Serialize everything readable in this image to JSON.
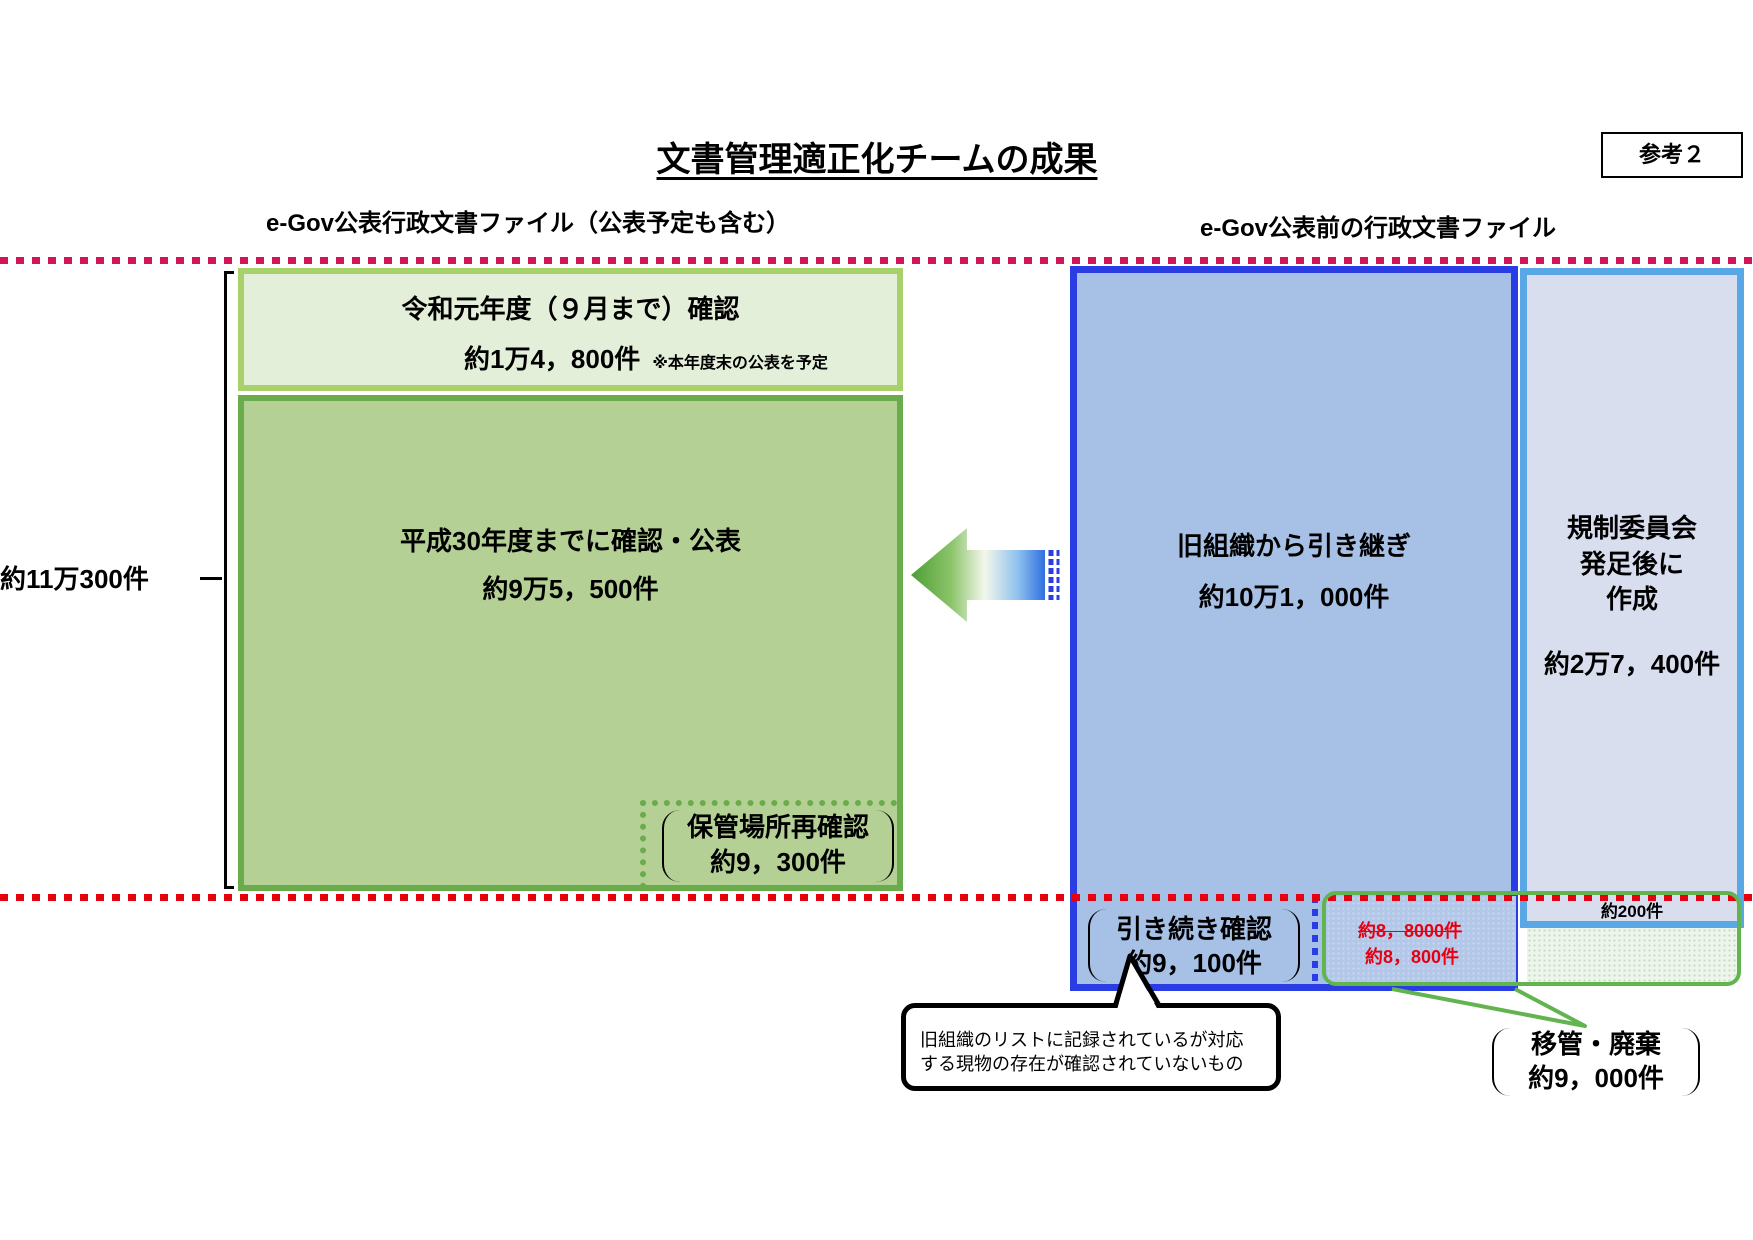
{
  "page": {
    "title": "文書管理適正化チームの成果",
    "reference_label": "参考２"
  },
  "headings": {
    "left": "e-Gov公表行政文書ファイル（公表予定も含む）",
    "right": "e-Gov公表前の行政文書ファイル"
  },
  "left_total": "約11万300件",
  "reiwa": {
    "label": "令和元年度（９月まで）確認",
    "count": "約1万4，800件",
    "note": "※本年度末の公表を予定"
  },
  "heisei": {
    "label": "平成30年度までに確認・公表",
    "count": "約9万5，500件"
  },
  "storage_recheck": {
    "label": "保管場所再確認",
    "count": "約9，300件"
  },
  "inherited": {
    "label": "旧組織から引き継ぎ",
    "count": "約10万1，000件"
  },
  "nra": {
    "line1": "規制委員会",
    "line2": "発足後に",
    "line3": "作成",
    "count": "約2万7，400件",
    "sub_count": "約200件"
  },
  "continue_check": {
    "label": "引き続き確認",
    "count": "約9，100件"
  },
  "transfer_correction": {
    "struck": "約8，8000件",
    "corrected": "約8，800件"
  },
  "transfer_disposal": {
    "label": "移管・廃棄",
    "count": "約9，000件"
  },
  "callout": {
    "line1": "旧組織のリストに記録されているが対応",
    "line2": "する現物の存在が確認されていないもの"
  },
  "colors": {
    "pink": "#d4145a",
    "red": "#e60012",
    "lightgreen_border": "#a8d06b",
    "lightgreen_fill": "#e4efda",
    "green_border": "#6aab4c",
    "green_fill": "#b4d094",
    "blue_border": "#2a3ce3",
    "blue_fill": "#a7c0e6",
    "sky_border": "#5aa7e6",
    "lavender_fill": "#d9deef",
    "callout_green": "#62b44f"
  }
}
